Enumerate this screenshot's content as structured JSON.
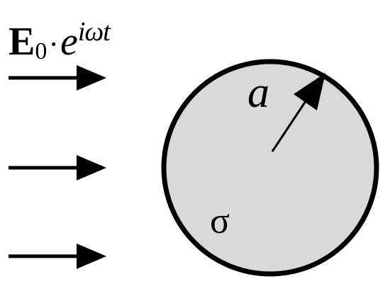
{
  "labels": {
    "field_symbol": "E",
    "field_subscript": "0",
    "field_dot": "·",
    "field_exp_base": "e",
    "field_exp_power": "iωt",
    "radius": "a",
    "conductivity": "σ"
  },
  "colors": {
    "sphere_fill": "#d9d9d9",
    "sphere_stroke": "#000000",
    "arrow": "#000000"
  }
}
